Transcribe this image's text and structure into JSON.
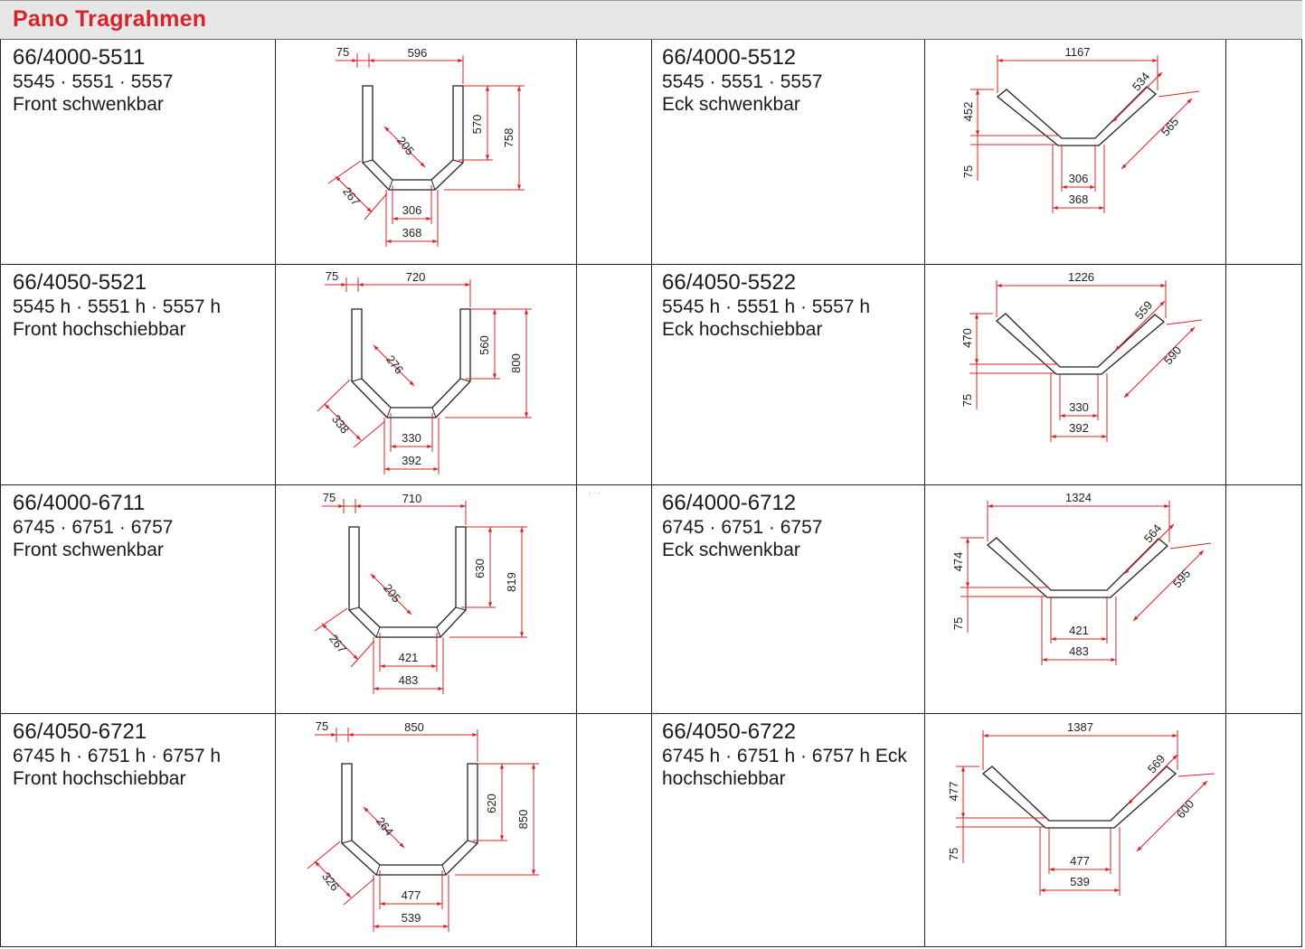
{
  "header": {
    "title": "Pano Tragrahmen"
  },
  "colors": {
    "title_red": "#d8232a",
    "dim_red": "#d8232a",
    "header_bg": "#e6e6e6"
  },
  "rows": [
    {
      "left": {
        "code": "66/4000-5511",
        "models": "5545 · 5551 · 5557",
        "desc": "Front schwenkbar"
      },
      "right": {
        "code": "66/4000-5512",
        "models": "5545 · 5551 · 5557",
        "desc": "Eck schwenkbar"
      },
      "front_dims": {
        "flange": "75",
        "top": "596",
        "inner_h": "570",
        "outer_h": "758",
        "diag_in": "205",
        "diag_out": "267",
        "base_in": "306",
        "base_out": "368"
      },
      "eck_dims": {
        "top": "1167",
        "diag_in": "534",
        "diag_out": "565",
        "height": "452",
        "flange": "75",
        "base_in": "306",
        "base_out": "368"
      }
    },
    {
      "left": {
        "code": "66/4050-5521",
        "models": "5545 h · 5551 h · 5557 h",
        "desc": "Front hochschiebbar"
      },
      "right": {
        "code": "66/4050-5522",
        "models": "5545 h · 5551 h · 5557 h",
        "desc": "Eck hochschiebbar"
      },
      "front_dims": {
        "flange": "75",
        "top": "720",
        "inner_h": "560",
        "outer_h": "800",
        "diag_in": "276",
        "diag_out": "338",
        "base_in": "330",
        "base_out": "392"
      },
      "eck_dims": {
        "top": "1226",
        "diag_in": "559",
        "diag_out": "590",
        "height": "470",
        "flange": "75",
        "base_in": "330",
        "base_out": "392"
      }
    },
    {
      "left": {
        "code": "66/4000-6711",
        "models": "6745 · 6751 · 6757",
        "desc": "Front schwenkbar"
      },
      "right": {
        "code": "66/4000-6712",
        "models": "6745 · 6751 · 6757",
        "desc": "Eck schwenkbar"
      },
      "front_dims": {
        "flange": "75",
        "top": "710",
        "inner_h": "630",
        "outer_h": "819",
        "diag_in": "205",
        "diag_out": "267",
        "base_in": "421",
        "base_out": "483"
      },
      "eck_dims": {
        "top": "1324",
        "diag_in": "564",
        "diag_out": "595",
        "height": "474",
        "flange": "75",
        "base_in": "421",
        "base_out": "483"
      }
    },
    {
      "left": {
        "code": "66/4050-6721",
        "models": "6745 h · 6751 h · 6757 h",
        "desc": "Front hochschiebbar"
      },
      "right": {
        "code": "66/4050-6722",
        "models": "6745 h · 6751 h · 6757 h Eck",
        "desc": "hochschiebbar"
      },
      "front_dims": {
        "flange": "75",
        "top": "850",
        "inner_h": "620",
        "outer_h": "850",
        "diag_in": "264",
        "diag_out": "326",
        "base_in": "477",
        "base_out": "539"
      },
      "eck_dims": {
        "top": "1387",
        "diag_in": "569",
        "diag_out": "600",
        "height": "477",
        "flange": "75",
        "base_in": "477",
        "base_out": "539"
      }
    }
  ]
}
